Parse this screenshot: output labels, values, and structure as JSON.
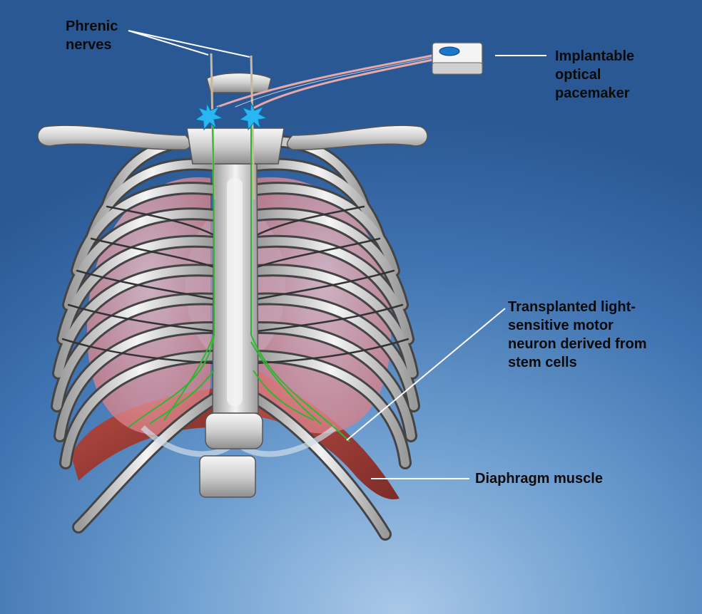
{
  "labels": {
    "phrenic_line1": "Phrenic",
    "phrenic_line2": "nerves",
    "pacemaker_line1": "Implantable",
    "pacemaker_line2": "optical",
    "pacemaker_line3": "pacemaker",
    "neuron_line1": "Transplanted light-",
    "neuron_line2": "sensitive motor",
    "neuron_line3": "neuron derived from",
    "neuron_line4": "stem cells",
    "diaphragm": "Diaphragm muscle"
  },
  "colors": {
    "bone": "#d8d8d8",
    "lung": "#e8a0a6",
    "muscle": "#9c2a1e",
    "nerve": "#2fb52f",
    "light_burst": "#29b6f2",
    "pacemaker_lens": "#1a78c8"
  }
}
